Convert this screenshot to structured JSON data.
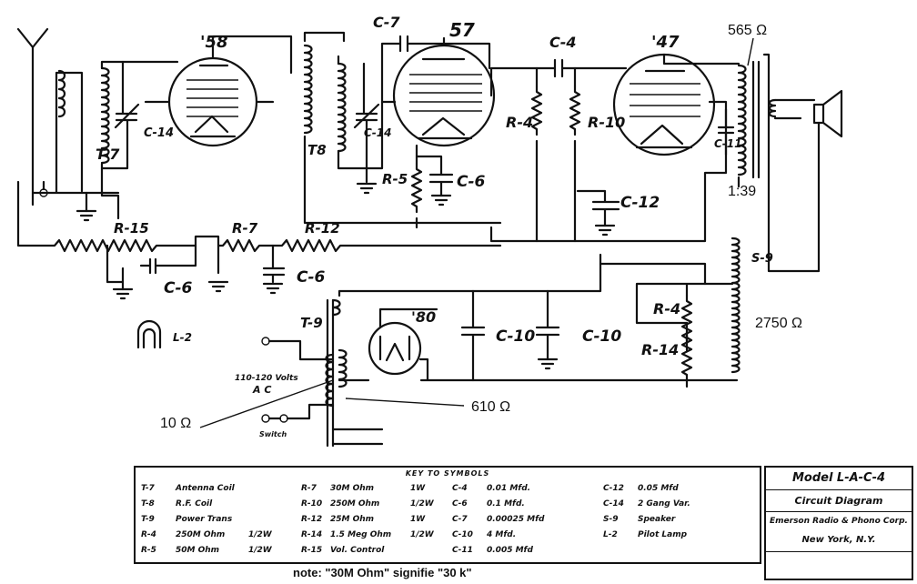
{
  "labels": {
    "t7": "T-7",
    "c14a": "C-14",
    "tube58": "'58",
    "t8": "T8",
    "c14b": "C-14",
    "c7": "C-7",
    "tube57": "57",
    "r5": "R-5",
    "c6a": "C-6",
    "c4": "C-4",
    "r4a": "R-4",
    "r10": "R-10",
    "tube47": "'47",
    "c12": "C-12",
    "c11": "C-11",
    "r15": "R-15",
    "c6b": "C-6",
    "r7": "R-7",
    "r12": "R-12",
    "c6c": "C-6",
    "l2": "L-2",
    "t9": "T-9",
    "tube80": "'80",
    "c10a": "C-10",
    "c10b": "C-10",
    "r4b": "R-4",
    "r14": "R-14",
    "s9": "S-9",
    "ac": "110-120 Volts",
    "ac2": "A C",
    "sw": "Switch"
  },
  "annotations": {
    "r565": "565 Ω",
    "ratio": "1:39",
    "r2750": "2750 Ω",
    "r10ohm": "10 Ω",
    "r610": "610 Ω"
  },
  "key": {
    "title": "KEY TO SYMBOLS",
    "col1": [
      [
        "T-7",
        "Antenna Coil",
        ""
      ],
      [
        "T-8",
        "R.F. Coil",
        ""
      ],
      [
        "T-9",
        "Power Trans",
        ""
      ],
      [
        "R-4",
        "250M Ohm",
        "1/2W"
      ],
      [
        "R-5",
        "50M Ohm",
        "1/2W"
      ]
    ],
    "col2": [
      [
        "R-7",
        "30M Ohm",
        "1W"
      ],
      [
        "R-10",
        "250M Ohm",
        "1/2W"
      ],
      [
        "R-12",
        "25M Ohm",
        "1W"
      ],
      [
        "R-14",
        "1.5 Meg Ohm",
        "1/2W"
      ],
      [
        "R-15",
        "Vol. Control",
        ""
      ]
    ],
    "col3": [
      [
        "C-4",
        "0.01 Mfd."
      ],
      [
        "C-6",
        "0.1 Mfd."
      ],
      [
        "C-7",
        "0.00025 Mfd"
      ],
      [
        "C-10",
        "4 Mfd."
      ],
      [
        "C-11",
        "0.005 Mfd"
      ]
    ],
    "col4": [
      [
        "C-12",
        "0.05 Mfd"
      ],
      [
        "C-14",
        "2 Gang Var."
      ],
      [
        "S-9",
        "Speaker"
      ],
      [
        "L-2",
        "Pilot Lamp"
      ]
    ]
  },
  "title_block": {
    "model": "Model L-A-C-4",
    "type": "Circuit Diagram",
    "maker": "Emerson Radio & Phono Corp.",
    "city": "New York, N.Y."
  },
  "note": "note: \"30M Ohm\" signifie \"30 k\""
}
